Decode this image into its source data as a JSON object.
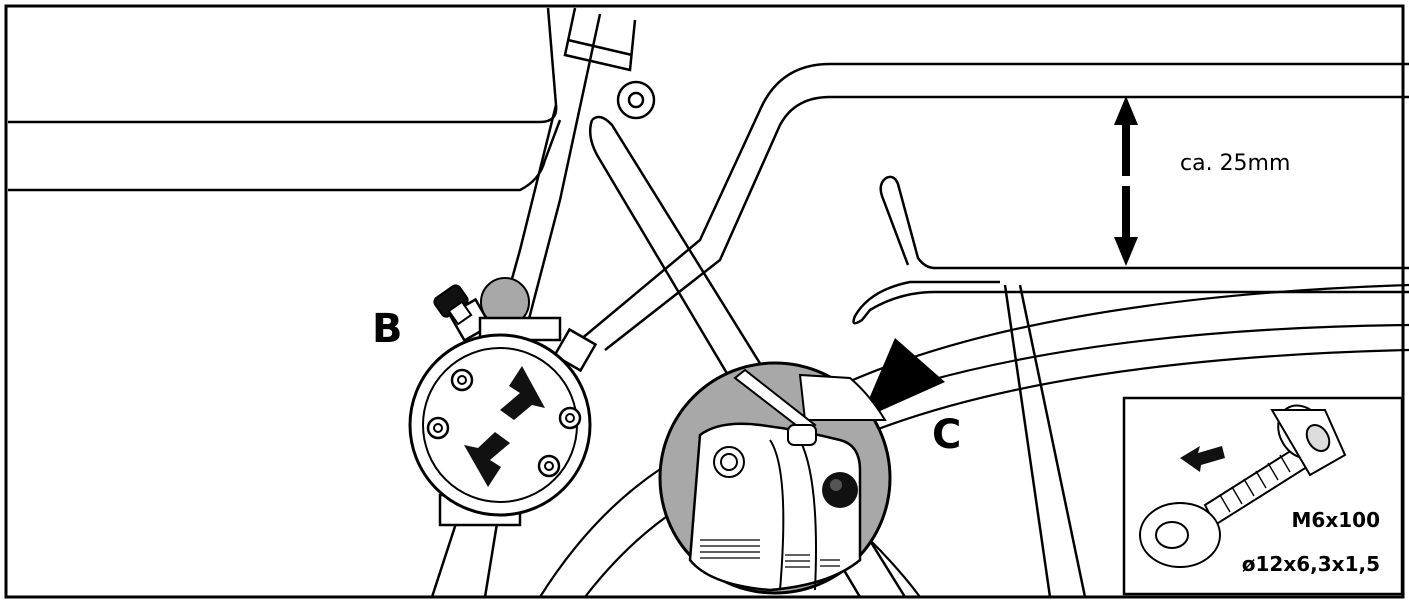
{
  "labels": {
    "b": "B",
    "c": "C",
    "clearance": "ca. 25mm",
    "bolt": "M6x100",
    "washer": "ø12x6,3x1,5"
  },
  "colors": {
    "stroke": "#000000",
    "fill_light": "#ffffff",
    "fill_grey": "#a8a8a8",
    "fill_dark": "#111111"
  }
}
